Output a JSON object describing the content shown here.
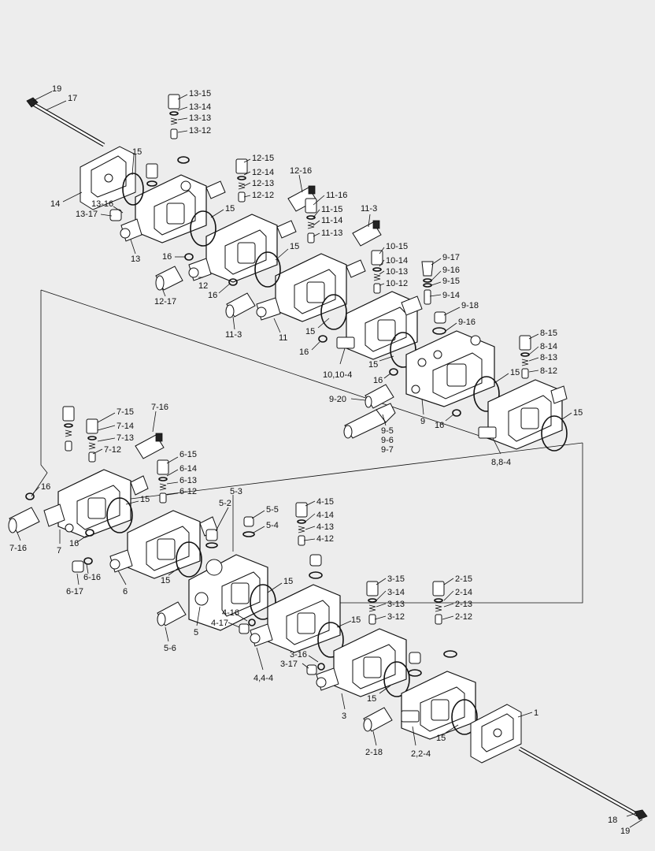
{
  "colors": {
    "background": "#ededed",
    "ink": "#111111",
    "part_fill": "#ffffff"
  },
  "labels": {
    "l19a": "19",
    "l17": "17",
    "l13_15": "13-15",
    "l13_14": "13-14",
    "l13_13": "13-13",
    "l13_12": "13-12",
    "l15a": "15",
    "l14": "14",
    "l13_16": "13-16",
    "l13_17": "13-17",
    "l13": "13",
    "l12_15": "12-15",
    "l12_14": "12-14",
    "l12_13": "12-13",
    "l12_12": "12-12",
    "l12_16": "12-16",
    "l15b": "15",
    "l16a": "16",
    "l12_17": "12-17",
    "l12": "12",
    "l16b": "16",
    "l11_16": "11-16",
    "l11_15": "11-15",
    "l11_14": "11-14",
    "l11_13": "11-13",
    "l11_3a": "11-3",
    "l15c": "15",
    "l11_3b": "11-3",
    "l11": "11",
    "l15d": "15",
    "l16c": "16",
    "l10_15": "10-15",
    "l10_14": "10-14",
    "l10_13": "10-13",
    "l10_12": "10-12",
    "l10_10_4": "10,10-4",
    "l15e": "15",
    "l16d": "16",
    "l9_17": "9-17",
    "l9_16a": "9-16",
    "l9_15": "9-15",
    "l9_14": "9-14",
    "l9_18": "9-18",
    "l9_16b": "9-16",
    "l9_20": "9-20",
    "l9_5": "9-5",
    "l9_6": "9-6",
    "l9_7": "9-7",
    "l9": "9",
    "l16e": "16",
    "l15f": "15",
    "l8_15": "8-15",
    "l8_14": "8-14",
    "l8_13": "8-13",
    "l8_12": "8-12",
    "l15g": "15",
    "l8_8_4": "8,8-4",
    "l7_15": "7-15",
    "l7_14": "7-14",
    "l7_13": "7-13",
    "l7_12": "7-12",
    "l7_16a": "7-16",
    "l16f": "16",
    "l7_16b": "7-16",
    "l7": "7",
    "l16g": "16",
    "l15h": "15",
    "l6_15": "6-15",
    "l6_14": "6-14",
    "l6_13": "6-13",
    "l6_12": "6-12",
    "l6_16": "6-16",
    "l6_17": "6-17",
    "l6": "6",
    "l5_3": "5-3",
    "l5_2": "5-2",
    "l5_5": "5-5",
    "l5_4": "5-4",
    "l15i": "15",
    "l5": "5",
    "l5_6": "5-6",
    "l4_15": "4-15",
    "l4_14": "4-14",
    "l4_13": "4-13",
    "l4_12": "4-12",
    "l15j": "15",
    "l4_16": "4-16",
    "l4_17": "4-17",
    "l4_4_4": "4,4-4",
    "l3_15": "3-15",
    "l3_14": "3-14",
    "l3_13": "3-13",
    "l3_12": "3-12",
    "l15k": "15",
    "l3_16": "3-16",
    "l3_17": "3-17",
    "l3": "3",
    "l2_15": "2-15",
    "l2_14": "2-14",
    "l2_13": "2-13",
    "l2_12": "2-12",
    "l15l": "15",
    "l2_18": "2-18",
    "l2_2_4": "2,2-4",
    "l15m": "15",
    "l1": "1",
    "l18": "18",
    "l19b": "19"
  }
}
